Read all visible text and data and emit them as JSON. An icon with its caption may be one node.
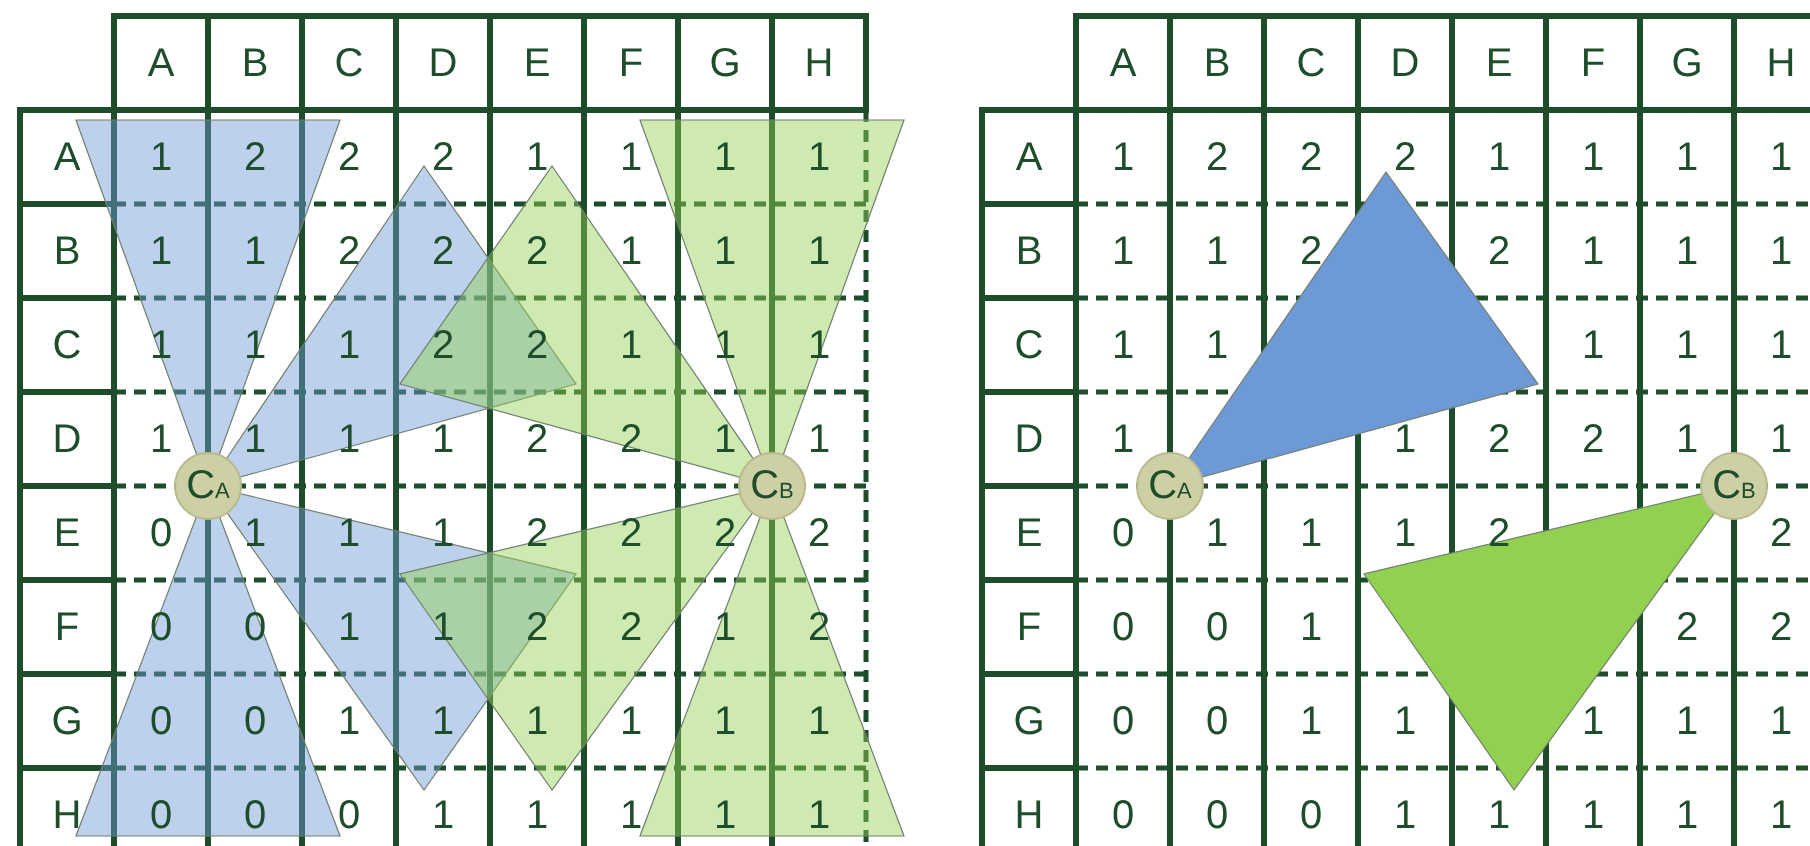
{
  "diagram": {
    "nodes": [
      {
        "text": [
          "C$_{A}$"
        ]
      },
      {
        "text": [
          "C$_{B}$"
        ]
      },
      {
        "text": [
          "C$_{A}$"
        ]
      },
      {
        "text": [
          "C$_{B}$"
        ]
      }
    ],
    "labels": [
      "A",
      "B",
      "C",
      "D",
      "E",
      "F",
      "G",
      "H",
      "A",
      "1",
      "2",
      "2",
      "2",
      "1",
      "1",
      "1",
      "1",
      "B",
      "1",
      "1",
      "2",
      "2",
      "2",
      "1",
      "1",
      "1",
      "C",
      "1",
      "1",
      "1",
      "2",
      "2",
      "1",
      "1",
      "1",
      "D",
      "1",
      "1",
      "1",
      "1",
      "2",
      "2",
      "1",
      "1",
      "E",
      "0",
      "1",
      "1",
      "1",
      "2",
      "2",
      "2",
      "2",
      "F",
      "0",
      "0",
      "1",
      "1",
      "2",
      "2",
      "1",
      "2",
      "G",
      "0",
      "0",
      "1",
      "1",
      "1",
      "1",
      "1",
      "1",
      "H",
      "0",
      "0",
      "0",
      "1",
      "1",
      "1",
      "1",
      "1",
      "A",
      "B",
      "C",
      "D",
      "E",
      "F",
      "G",
      "H",
      "A",
      "1",
      "2",
      "2",
      "2",
      "1",
      "1",
      "1",
      "1",
      "B",
      "1",
      "1",
      "2",
      "2",
      "1",
      "1",
      "1",
      "C",
      "1",
      "1",
      "1",
      "1",
      "1",
      "D",
      "1",
      "1",
      "2",
      "2",
      "1",
      "1",
      "E",
      "0",
      "1",
      "1",
      "1",
      "2",
      "2",
      "F",
      "0",
      "0",
      "1",
      "2",
      "2",
      "G",
      "0",
      "0",
      "1",
      "1",
      "1",
      "1",
      "1",
      "H",
      "0",
      "0",
      "0",
      "1",
      "1",
      "1",
      "1",
      "1"
    ]
  }
}
